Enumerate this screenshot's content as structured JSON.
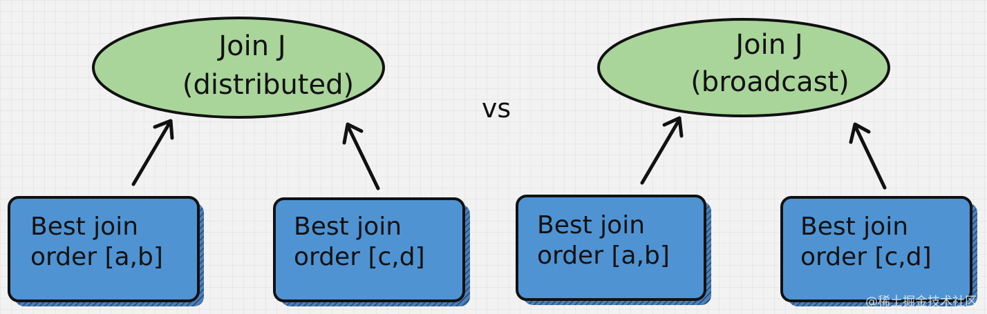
{
  "comparison_label": "vs",
  "plans": [
    {
      "join": {
        "line1": "Join J",
        "line2": "(distributed)"
      },
      "inputs": [
        {
          "line1": "Best join",
          "line2": "order [a,b]"
        },
        {
          "line1": "Best join",
          "line2": "order [c,d]"
        }
      ]
    },
    {
      "join": {
        "line1": "Join J",
        "line2": "(broadcast)"
      },
      "inputs": [
        {
          "line1": "Best join",
          "line2": "order [a,b]"
        },
        {
          "line1": "Best join",
          "line2": "order [c,d]"
        }
      ]
    }
  ],
  "watermark": "@稀土掘金技术社区",
  "colors": {
    "join_fill": "#a9d49a",
    "input_fill": "#4f93d3",
    "stroke": "#111111",
    "shadow": "#2b5f93"
  }
}
